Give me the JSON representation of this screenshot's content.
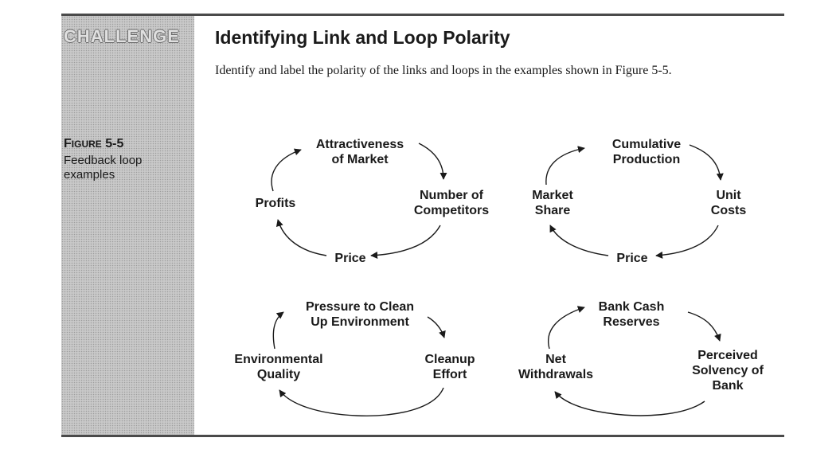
{
  "sidebar": {
    "heading": "CHALLENGE"
  },
  "figure": {
    "label_prefix": "F",
    "label_smallcaps": "IGURE",
    "label_number": " 5-5",
    "caption": "Feedback loop examples"
  },
  "main": {
    "title": "Identifying Link and Loop Polarity",
    "instructions": "Identify and label the polarity of the links and loops in the examples shown in Figure 5-5."
  },
  "loops": [
    {
      "nodes": [
        [
          "Attractiveness",
          "of Market"
        ],
        [
          "Number of",
          "Competitors"
        ],
        [
          "Price"
        ],
        [
          "Profits"
        ]
      ]
    },
    {
      "nodes": [
        [
          "Cumulative",
          "Production"
        ],
        [
          "Unit",
          "Costs"
        ],
        [
          "Price"
        ],
        [
          "Market",
          "Share"
        ]
      ]
    },
    {
      "nodes": [
        [
          "Pressure to Clean",
          "Up Environment"
        ],
        [
          "Cleanup",
          "Effort"
        ],
        [
          "Environmental",
          "Quality"
        ]
      ]
    },
    {
      "nodes": [
        [
          "Bank Cash",
          "Reserves"
        ],
        [
          "Perceived",
          "Solvency of",
          "Bank"
        ],
        [
          "Net",
          "Withdrawals"
        ]
      ]
    }
  ]
}
